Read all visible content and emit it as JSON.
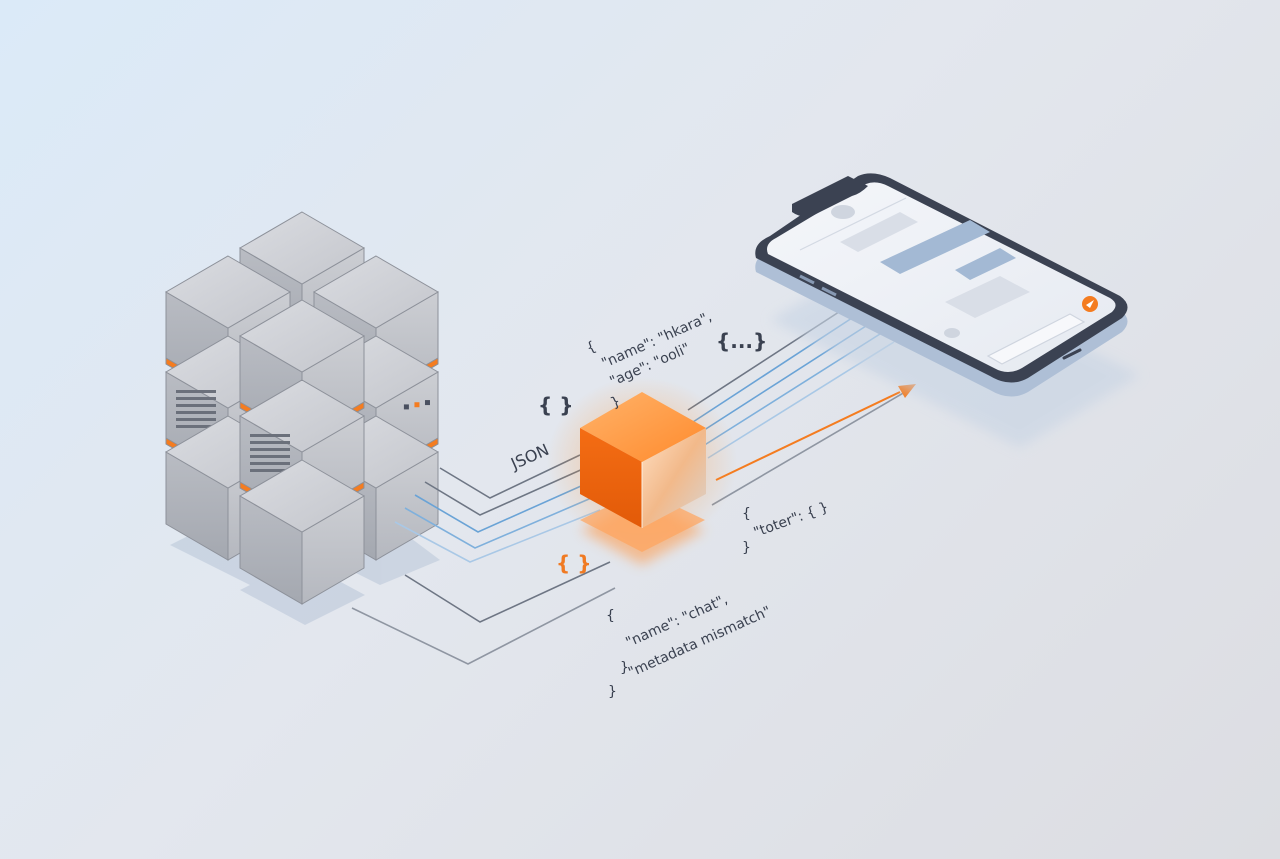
{
  "colors": {
    "accent": "#f47c20",
    "line_blue": "#7fb0dc",
    "line_gray": "#7c828e",
    "server_face": "#c7c9cf",
    "phone_frame": "#3b4252"
  },
  "labels": {
    "json_label": "JSON",
    "brace_top": "{ }",
    "brace_orange": "{ }",
    "brace_right": "{...}"
  },
  "snippet_top": {
    "open": "{",
    "line1": "\"name\": \"hkara\",",
    "line2": "\"age\": \"ooli\"",
    "close": "}"
  },
  "snippet_right": {
    "open": "{",
    "line1": "\"toter\": { }",
    "close": "}"
  },
  "snippet_bottom": {
    "open": "{",
    "line1": "\"name\": \"chat\",",
    "line2": "\"metadata mismatch\"",
    "close1": "}",
    "close2": "}"
  },
  "icons": {
    "phone_send": "send-icon",
    "server_stack": "server-icon",
    "transform_cube": "cube-icon"
  }
}
